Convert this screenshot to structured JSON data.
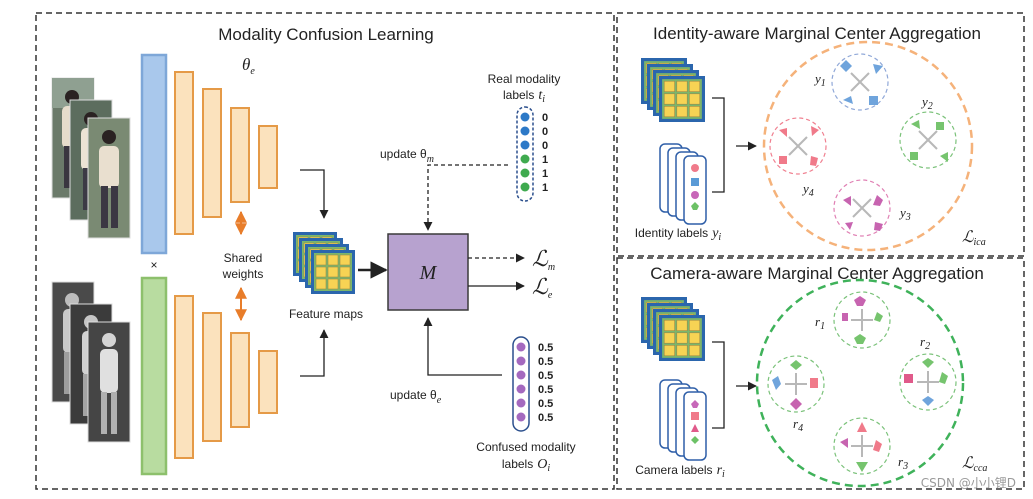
{
  "panels": {
    "mcl": {
      "title": "Modality Confusion Learning"
    },
    "imca": {
      "title": "Identity-aware Marginal Center Aggregation"
    },
    "cmca": {
      "title": "Camera-aware Marginal Center Aggregation"
    }
  },
  "mcl": {
    "theta_e": "θ",
    "theta_e_sub": "e",
    "shared_line1": "Shared",
    "shared_line2": "weights",
    "feature_maps": "Feature maps",
    "module": "M",
    "real_labels_line1": "Real modality",
    "real_labels_line2": "labels",
    "real_labels_var": "t",
    "real_labels_sub": "i",
    "real_values": [
      "0",
      "0",
      "0",
      "1",
      "1",
      "1"
    ],
    "update_m": "update θ",
    "update_m_sub": "m",
    "update_e": "update θ",
    "update_e_sub": "e",
    "loss_m": "ℒ",
    "loss_m_sub": "m",
    "loss_e": "ℒ",
    "loss_e_sub": "e",
    "confused_line1": "Confused modality",
    "confused_line2": "labels",
    "confused_var": "O",
    "confused_sub": "i",
    "confused_values": [
      "0.5",
      "0.5",
      "0.5",
      "0.5",
      "0.5",
      "0.5"
    ],
    "cross_mark": "×"
  },
  "imca": {
    "identity_labels": "Identity labels",
    "identity_var": "y",
    "identity_sub": "i",
    "clusters": [
      {
        "var": "y",
        "sub": "1"
      },
      {
        "var": "y",
        "sub": "2"
      },
      {
        "var": "y",
        "sub": "3"
      },
      {
        "var": "y",
        "sub": "4"
      }
    ],
    "loss": "ℒ",
    "loss_sub": "ica"
  },
  "cmca": {
    "camera_labels": "Camera labels",
    "camera_var": "r",
    "camera_sub": "i",
    "clusters": [
      {
        "var": "r",
        "sub": "1"
      },
      {
        "var": "r",
        "sub": "2"
      },
      {
        "var": "r",
        "sub": "3"
      },
      {
        "var": "r",
        "sub": "4"
      }
    ],
    "loss": "ℒ",
    "loss_sub": "cca"
  },
  "watermark": "CSDN @小小锂D",
  "colors": {
    "blue_branch_fill": "#a9c8ec",
    "blue_branch_stroke": "#7ea7d8",
    "green_branch_fill": "#b8dca0",
    "green_branch_stroke": "#8dc06c",
    "layer_fill": "#fbe2bd",
    "layer_stroke": "#e59a47",
    "module_fill": "#b7a2cf",
    "shared_arrow": "#e87d2a",
    "real_label_blue": "#2d79c7",
    "real_label_green": "#3faa4f",
    "confused_purple": "#a469bf",
    "orange_circle": "#f5b27a",
    "green_circle": "#3fb25a",
    "cell_yellow": "#f7d354",
    "card_blue": "#2f5fa8"
  }
}
